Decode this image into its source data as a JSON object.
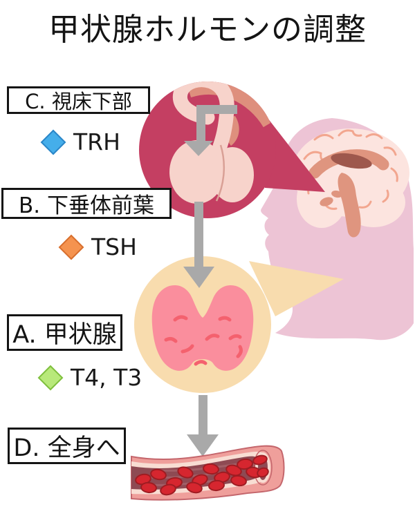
{
  "title": "甲状腺ホルモンの調整",
  "boxes": {
    "hypothalamus": "C. 視床下部",
    "anterior_pituitary": "B. 下垂体前葉",
    "thyroid": "A. 甲状腺",
    "whole_body": "D. 全身へ"
  },
  "hormones": {
    "trh": "TRH",
    "tsh": "TSH",
    "t4_t3": "T4, T3"
  },
  "icons": {
    "trh": "blue-diamond-icon",
    "tsh": "orange-diamond-icon",
    "t4_t3": "green-diamond-icon",
    "flow": "gray-down-arrow-icon"
  },
  "colors": {
    "trh_diamond": "#45aeea",
    "tsh_diamond": "#f5934f",
    "t4_t3_diamond": "#b8e97a",
    "pituitary_bubble": "#c43f62",
    "thyroid_bubble": "#f8dcae",
    "thyroid_gland": "#fa8e9d",
    "head_silhouette": "#edc4d5",
    "arrow": "#a9a9a9",
    "red_blood_cell": "#d6262f"
  }
}
